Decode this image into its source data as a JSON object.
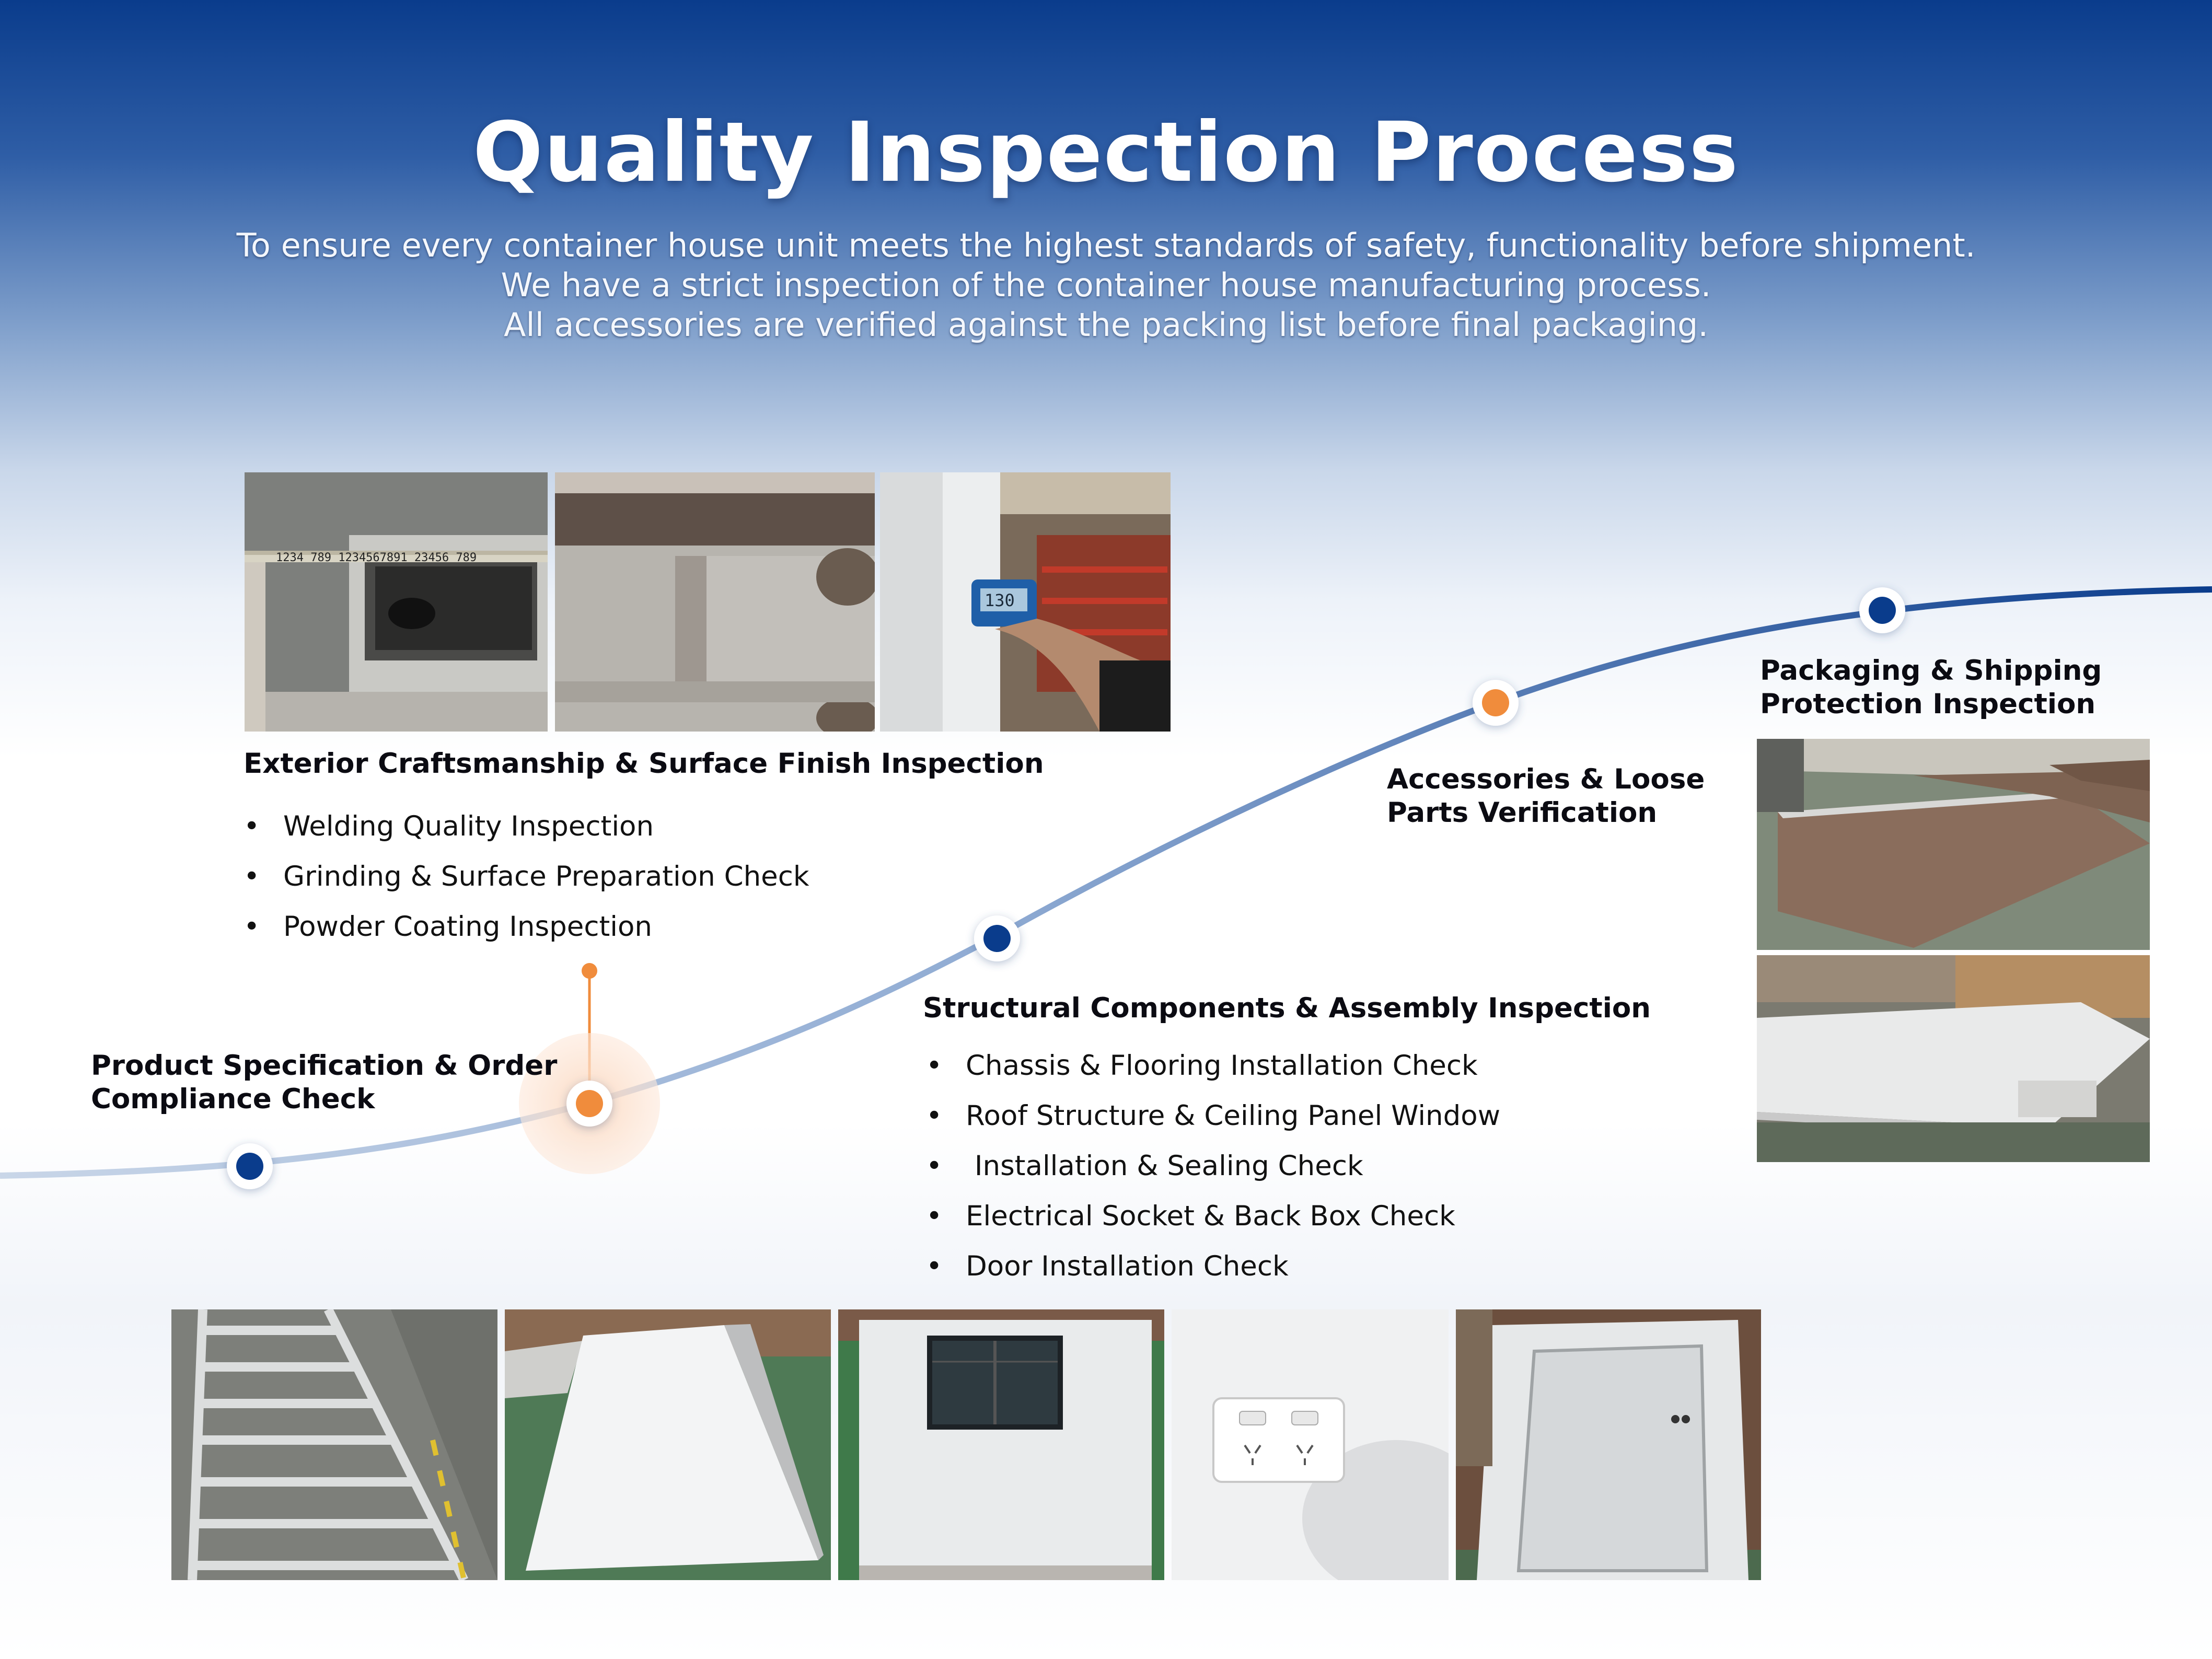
{
  "header": {
    "title": "Quality Inspection Process",
    "subtitle_lines": [
      "To ensure every container house unit meets the highest standards of safety, functionality before shipment.",
      "We have a strict inspection of the container house manufacturing process.",
      "All accessories are verified against the packing list before final packaging."
    ]
  },
  "colors": {
    "accent_blue": "#0a3c8c",
    "accent_orange": "#f08c3c"
  },
  "stages": {
    "product_spec": {
      "title_lines": [
        "Product Specification & Order",
        "Compliance Check"
      ]
    },
    "exterior": {
      "title": "Exterior Craftsmanship & Surface Finish Inspection",
      "items": [
        "Welding Quality Inspection",
        "Grinding & Surface Preparation Check",
        "Powder Coating Inspection"
      ]
    },
    "structural": {
      "title": "Structural Components & Assembly Inspection",
      "items": [
        "Chassis & Flooring Installation Check",
        "Roof Structure & Ceiling Panel Window",
        " Installation & Sealing Check",
        "Electrical Socket & Back Box Check",
        "Door Installation Check"
      ]
    },
    "accessories": {
      "title_lines": [
        "Accessories & Loose",
        "Parts Verification"
      ]
    },
    "packaging": {
      "title_lines": [
        "Packaging & Shipping",
        "Protection Inspection"
      ]
    }
  },
  "bullet_symbol": "•",
  "gauge_reading": "130",
  "photos": [
    "tape-measure-weld-photo",
    "grinding-surface-photo",
    "coating-thickness-gauge-photo",
    "chassis-frame-photo",
    "roof-ceiling-panel-photo",
    "window-panel-photo",
    "electrical-socket-photo",
    "door-installation-photo",
    "packaged-floor-photo",
    "wrapped-panels-photo"
  ]
}
